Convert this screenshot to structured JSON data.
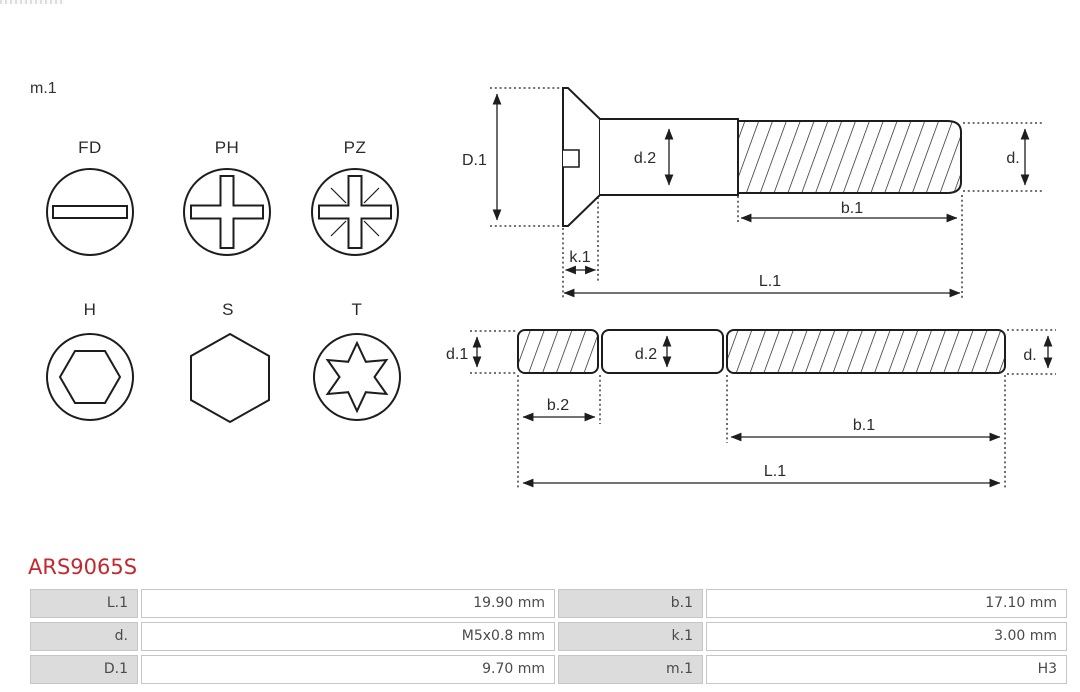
{
  "m1_note": "m.1",
  "part_number": "ARS9065S",
  "drive_types": {
    "fd": "FD",
    "ph": "PH",
    "pz": "PZ",
    "h": "H",
    "s": "S",
    "t": "T"
  },
  "top_drawing_labels": {
    "D1": "D.1",
    "d2": "d.2",
    "d": "d.",
    "b1": "b.1",
    "k1": "k.1",
    "L1": "L.1"
  },
  "bottom_drawing_labels": {
    "d1": "d.1",
    "d2": "d.2",
    "d": "d.",
    "b2": "b.2",
    "b1": "b.1",
    "L1": "L.1"
  },
  "spec_table": {
    "rows": [
      {
        "c0_label": "L.1",
        "c0_value": "19.90 mm",
        "c1_label": "b.1",
        "c1_value": "17.10 mm"
      },
      {
        "c0_label": "d.",
        "c0_value": "M5x0.8 mm",
        "c1_label": "k.1",
        "c1_value": "3.00 mm"
      },
      {
        "c0_label": "D.1",
        "c0_value": "9.70 mm",
        "c1_label": "m.1",
        "c1_value": "H3"
      }
    ]
  },
  "colors": {
    "part_number_red": "#c2282e",
    "drawing_line": "#1d1d1d",
    "table_label_bg": "#dcdcdc",
    "table_border": "#c6c6c6",
    "table_text": "#4a4a4a"
  }
}
